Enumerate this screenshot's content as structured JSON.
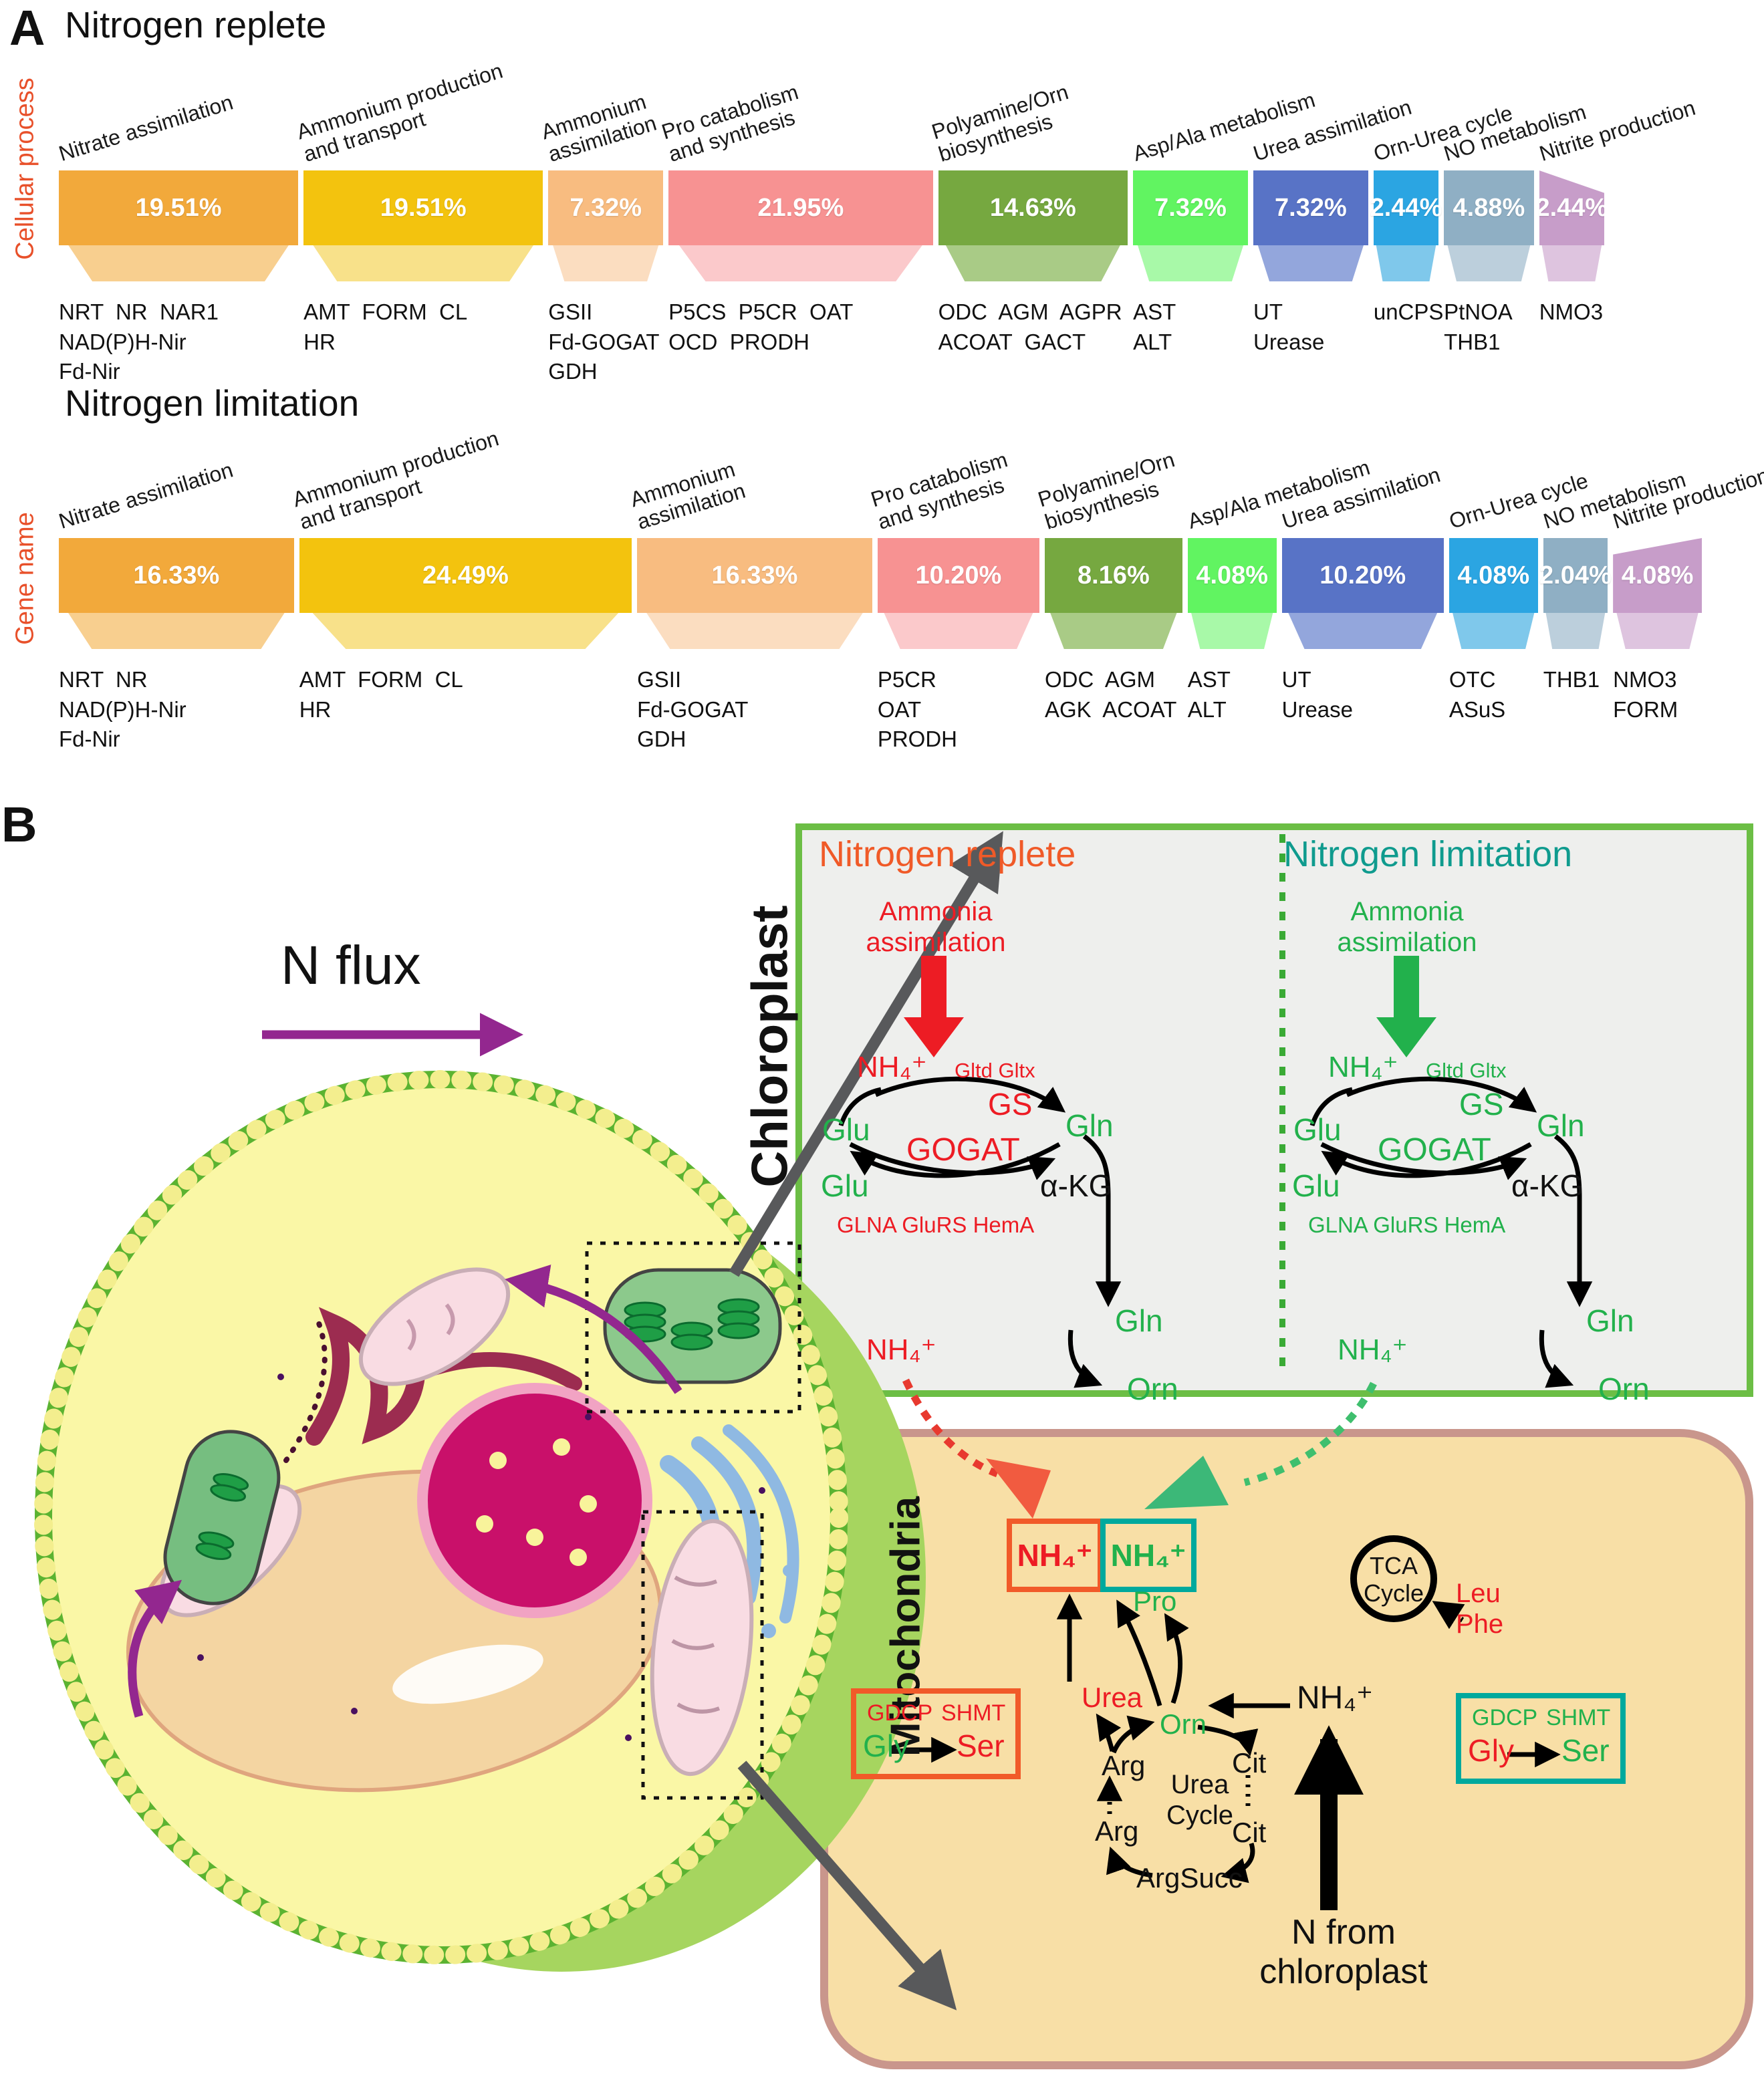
{
  "colors": {
    "axis_label": "#E8502A",
    "replete_accent": "#F05A28",
    "limitation_accent": "#0F9B8E",
    "red": "#ED1C24",
    "green": "#22B14C",
    "chloro_border": "#6CBE45",
    "mito_border": "#C9968C",
    "mito_bg": "#F8DFA6",
    "purple": "#93278F",
    "gray_arrow": "#58595B"
  },
  "panel_a": {
    "label": "A",
    "axis_top": "Cellular process",
    "axis_bottom": "Gene name",
    "categories": [
      {
        "label": "Nitrate assimilation",
        "color": "#F2A93B",
        "light": "#F8CF8F"
      },
      {
        "label": "Ammonium production\nand transport",
        "color": "#F3C30E",
        "light": "#F8E18A"
      },
      {
        "label": "Ammonium\nassimilation",
        "color": "#F8BC80",
        "light": "#FBDDC0"
      },
      {
        "label": "Pro catabolism\nand synthesis",
        "color": "#F79292",
        "light": "#FBC9CB"
      },
      {
        "label": "Polyamine/Orn\nbiosynthesis",
        "color": "#76A840",
        "light": "#A9CB86"
      },
      {
        "label": "Asp/Ala metabolism",
        "color": "#61F461",
        "light": "#A8F9A8"
      },
      {
        "label": "Urea assimilation",
        "color": "#5873C6",
        "light": "#93A6DC"
      },
      {
        "label": "Orn-Urea cycle",
        "color": "#2BA5E2",
        "light": "#7FC8EB"
      },
      {
        "label": "NO metabolism",
        "color": "#8FAFC4",
        "light": "#BCCFDC"
      },
      {
        "label": "Nitrite production",
        "color": "#C79DC9",
        "light": "#DEC4DF"
      }
    ],
    "charts": [
      {
        "title": "Nitrogen replete",
        "values": [
          "19.51%",
          "19.51%",
          "7.32%",
          "21.95%",
          "14.63%",
          "7.32%",
          "7.32%",
          "2.44%",
          "4.88%",
          "2.44%"
        ],
        "weights": [
          19.51,
          19.51,
          7.32,
          21.95,
          14.63,
          7.32,
          7.32,
          2.44,
          4.88,
          2.44
        ],
        "genes": [
          "NRT  NR  NAR1\nNAD(P)H-Nir\nFd-Nir",
          "AMT  FORM  CL\nHR",
          "GSII\nFd-GOGAT\nGDH",
          "P5CS  P5CR  OAT\nOCD  PRODH",
          "ODC  AGM  AGPR\nACOAT  GACT",
          "AST\nALT",
          "UT\nUrease",
          "unCPS",
          "PtNOA\nTHB1",
          "NMO3"
        ]
      },
      {
        "title": "Nitrogen limitation",
        "values": [
          "16.33%",
          "24.49%",
          "16.33%",
          "10.20%",
          "8.16%",
          "4.08%",
          "10.20%",
          "4.08%",
          "2.04%",
          "4.08%"
        ],
        "weights": [
          16.33,
          24.49,
          16.33,
          10.2,
          8.16,
          4.08,
          10.2,
          4.08,
          2.04,
          4.08
        ],
        "genes": [
          "NRT  NR\nNAD(P)H-Nir\nFd-Nir",
          "AMT  FORM  CL\nHR",
          "GSII\nFd-GOGAT\nGDH",
          "P5CR\nOAT\nPRODH",
          "ODC  AGM\nAGK  ACOAT",
          "AST\nALT",
          "UT\nUrease",
          "OTC\nASuS",
          "THB1",
          "NMO3\nFORM"
        ]
      }
    ]
  },
  "chart_data": [
    {
      "type": "bar",
      "title": "Nitrogen replete",
      "categories": [
        "Nitrate assimilation",
        "Ammonium production and transport",
        "Ammonium assimilation",
        "Pro catabolism and synthesis",
        "Polyamine/Orn biosynthesis",
        "Asp/Ala metabolism",
        "Urea assimilation",
        "Orn-Urea cycle",
        "NO metabolism",
        "Nitrite production"
      ],
      "values": [
        19.51,
        19.51,
        7.32,
        21.95,
        14.63,
        7.32,
        7.32,
        2.44,
        4.88,
        2.44
      ],
      "unit": "%",
      "xlabel": "Cellular process",
      "ylabel": ""
    },
    {
      "type": "bar",
      "title": "Nitrogen limitation",
      "categories": [
        "Nitrate assimilation",
        "Ammonium production and transport",
        "Ammonium assimilation",
        "Pro catabolism and synthesis",
        "Polyamine/Orn biosynthesis",
        "Asp/Ala metabolism",
        "Urea assimilation",
        "Orn-Urea cycle",
        "NO metabolism",
        "Nitrite production"
      ],
      "values": [
        16.33,
        24.49,
        16.33,
        10.2,
        8.16,
        4.08,
        10.2,
        4.08,
        2.04,
        4.08
      ],
      "unit": "%",
      "xlabel": "Gene name",
      "ylabel": ""
    }
  ],
  "panel_b": {
    "label": "B",
    "n_flux": "N flux",
    "chloroplast_label": "Chloroplast",
    "mitochondria_label": "Mitochondria",
    "chloro": {
      "left": {
        "title": "Nitrogen replete",
        "ammonia": "Ammonia\nassimilation",
        "nh4_top": "NH₄⁺",
        "gltd": "Gltd Gltx",
        "gs": "GS",
        "glu1": "Glu",
        "gln1": "Gln",
        "gogat": "GOGAT",
        "glu2": "Glu",
        "akg": "α-KG",
        "glna": "GLNA GluRS HemA",
        "gln2": "Gln",
        "orn": "Orn",
        "nh4_bottom": "NH₄⁺"
      },
      "right": {
        "title": "Nitrogen limitation",
        "ammonia": "Ammonia\nassimilation",
        "nh4_top": "NH₄⁺",
        "gltd": "Gltd Gltx",
        "gs": "GS",
        "glu1": "Glu",
        "gln1": "Gln",
        "gogat": "GOGAT",
        "glu2": "Glu",
        "akg": "α-KG",
        "glna": "GLNA GluRS HemA",
        "gln2": "Gln",
        "orn": "Orn",
        "nh4_bottom": "NH₄⁺"
      }
    },
    "mito": {
      "nh4_red": "NH₄⁺",
      "nh4_teal": "NH₄⁺",
      "pro": "Pro",
      "urea": "Urea",
      "orn": "Orn",
      "arg1": "Arg",
      "arg2": "Arg",
      "cit1": "Cit",
      "cit2": "Cit",
      "argsucc": "ArgSucc",
      "urea_cycle": "Urea\nCycle",
      "nh4_black": "NH₄⁺",
      "n_from": "N from\nchloroplast",
      "tca": "TCA\nCycle",
      "leu": "Leu",
      "phe": "Phe",
      "gdcp_left": {
        "gdcp": "GDCP",
        "shmt": "SHMT",
        "gly": "Gly",
        "ser": "Ser"
      },
      "gdcp_right": {
        "gdcp": "GDCP",
        "shmt": "SHMT",
        "gly": "Gly",
        "ser": "Ser"
      }
    }
  }
}
